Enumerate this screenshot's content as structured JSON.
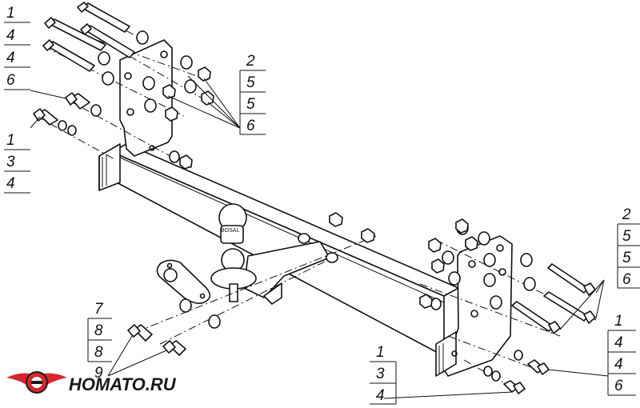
{
  "callouts": {
    "top_left": [
      "1",
      "4",
      "4",
      "6"
    ],
    "left_mid": [
      "1",
      "3",
      "4"
    ],
    "top_right": [
      "2",
      "5",
      "5",
      "6"
    ],
    "right_mid": [
      "2",
      "5",
      "5",
      "6"
    ],
    "right_low": [
      "1",
      "4",
      "4",
      "6"
    ],
    "bottom_mid": [
      "1",
      "3",
      "4"
    ],
    "bottom_left": [
      "7",
      "8",
      "8",
      "9"
    ]
  },
  "ball_stamp": "BOSAL",
  "logo": {
    "text": "HOMATO.RU",
    "colors": {
      "red": "#d8262e",
      "dark": "#1a1a1a"
    }
  }
}
